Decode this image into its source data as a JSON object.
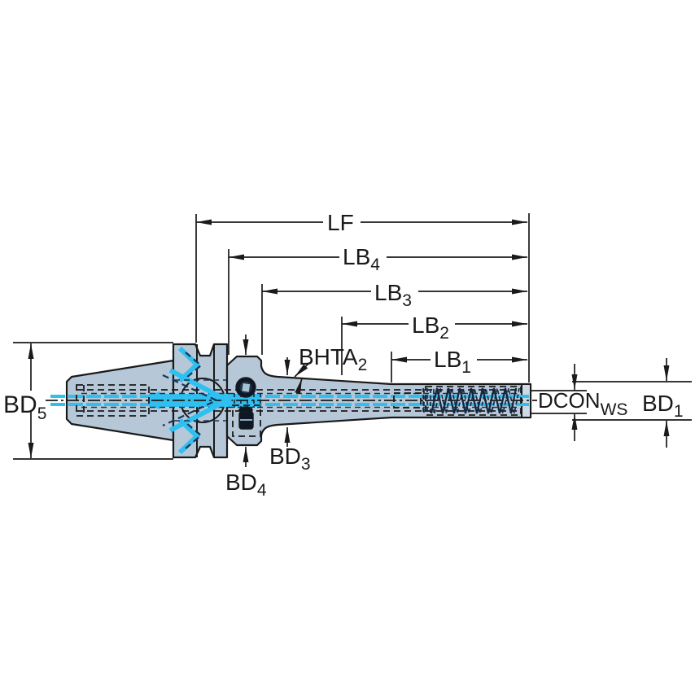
{
  "diagram": {
    "type": "technical-drawing-tool-holder",
    "colors": {
      "body": "#b6c8d8",
      "body_light": "#cdd9e4",
      "outline": "#1a1a1a",
      "cyan": "#2fc0ef",
      "navy": "#14365c",
      "zigzag": "#15253e",
      "screw_dark": "#0e1726"
    },
    "dimensions": {
      "lf": {
        "base": "LF",
        "sub": ""
      },
      "lb4": {
        "base": "LB",
        "sub": "4"
      },
      "lb3": {
        "base": "LB",
        "sub": "3"
      },
      "lb2": {
        "base": "LB",
        "sub": "2"
      },
      "lb1": {
        "base": "LB",
        "sub": "1"
      },
      "bhta2": {
        "base": "BHTA",
        "sub": "2"
      },
      "bd5": {
        "base": "BD",
        "sub": "5"
      },
      "bd4": {
        "base": "BD",
        "sub": "4"
      },
      "bd3": {
        "base": "BD",
        "sub": "3"
      },
      "bd1": {
        "base": "BD",
        "sub": "1"
      },
      "dcon_ws": {
        "base": "DCON",
        "sub": "WS"
      }
    }
  }
}
